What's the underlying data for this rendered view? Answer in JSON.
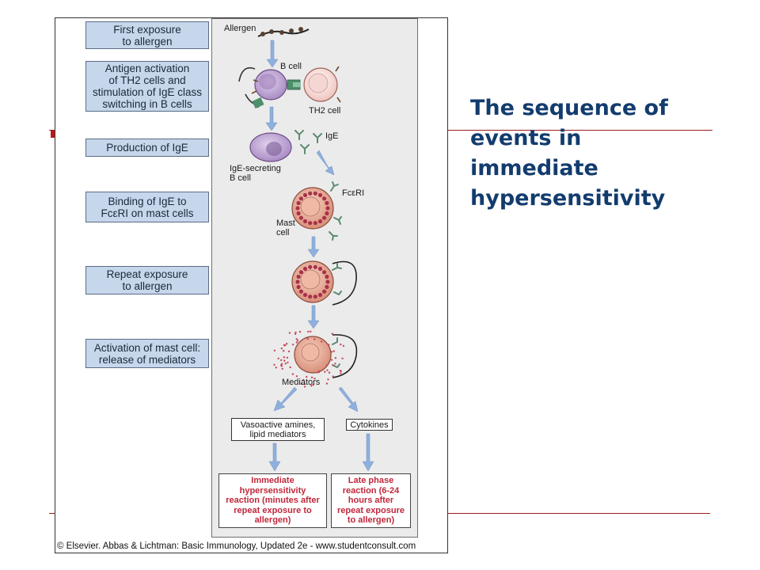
{
  "slide": {
    "title": "The sequence of events in immediate hypersensitivity"
  },
  "figure": {
    "steps": [
      "First exposure\nto allergen",
      "Antigen activation\nof TH2 cells and\nstimulation of IgE class\nswitching in B cells",
      "Production of IgE",
      "Binding of IgE to\nFcεRI on mast cells",
      "Repeat exposure\nto allergen",
      "Activation of mast cell:\nrelease of mediators"
    ],
    "labels": {
      "allergen": "Allergen",
      "b_cell": "B cell",
      "th2_cell": "TH2 cell",
      "ige": "IgE",
      "ige_secreting": "IgE-secreting\nB cell",
      "fceri": "FcεRI",
      "mast_cell": "Mast\ncell",
      "mediators": "Mediators"
    },
    "mediator_boxes": [
      "Vasoactive amines,\nlipid mediators",
      "Cytokines"
    ],
    "outcomes": [
      "Immediate\nhypersensitivity\nreaction (minutes after\nrepeat exposure to\nallergen)",
      "Late phase\nreaction (6-24\nhours after\nrepeat exposure\nto allergen)"
    ],
    "credit": "© Elsevier. Abbas & Lichtman: Basic Immunology, Updated 2e - www.studentconsult.com"
  },
  "colors": {
    "title": "#133c6e",
    "accent_rule": "#9b1c1c",
    "step_fill": "#c6d7ec",
    "arrow": "#8fb0dc",
    "outcome_text": "#c0273b"
  }
}
